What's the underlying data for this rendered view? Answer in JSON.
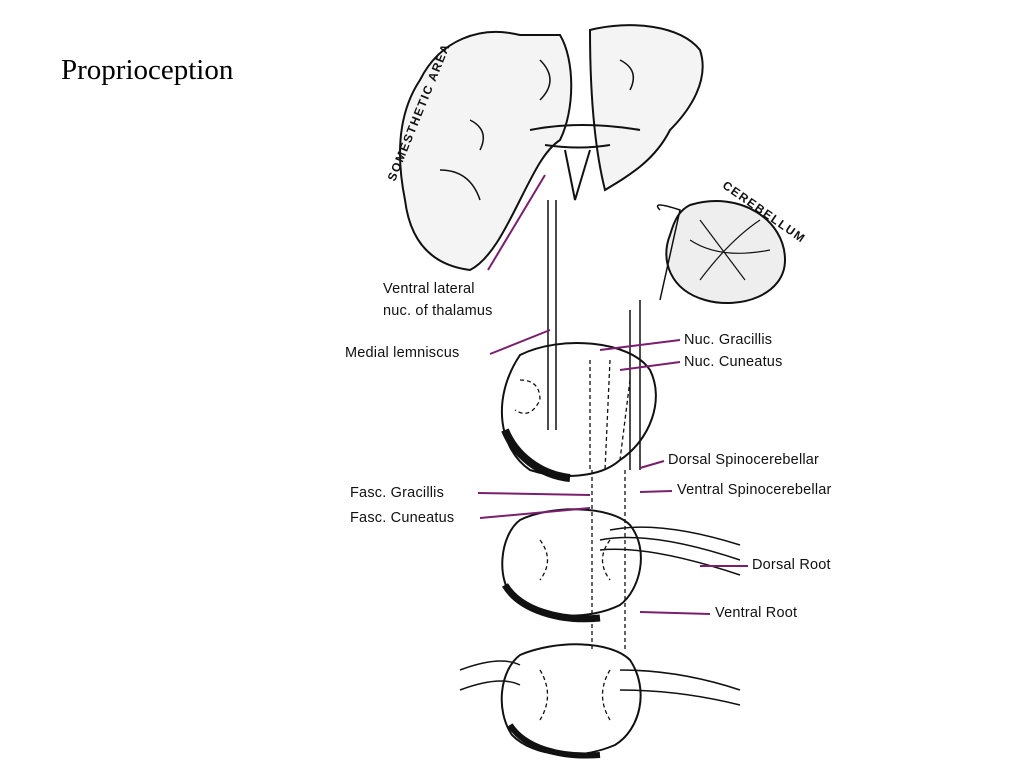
{
  "title": "Proprioception",
  "diagram": {
    "regions": {
      "somesthetic_area": "SOMESTHETIC AREA",
      "cerebellum": "CEREBELLUM"
    },
    "labels": {
      "ventral_lateral_1": "Ventral lateral",
      "ventral_lateral_2": "nuc. of thalamus",
      "medial_lemniscus": "Medial lemniscus",
      "nuc_gracillis": "Nuc. Gracillis",
      "nuc_cuneatus": "Nuc. Cuneatus",
      "dorsal_spinocerebellar": "Dorsal Spinocerebellar",
      "ventral_spinocerebellar": "Ventral Spinocerebellar",
      "fasc_gracillis": "Fasc. Gracillis",
      "fasc_cuneatus": "Fasc. Cuneatus",
      "dorsal_root": "Dorsal Root",
      "ventral_root": "Ventral Root"
    },
    "colors": {
      "leader": "#7a1f6e",
      "ink": "#111111"
    }
  }
}
